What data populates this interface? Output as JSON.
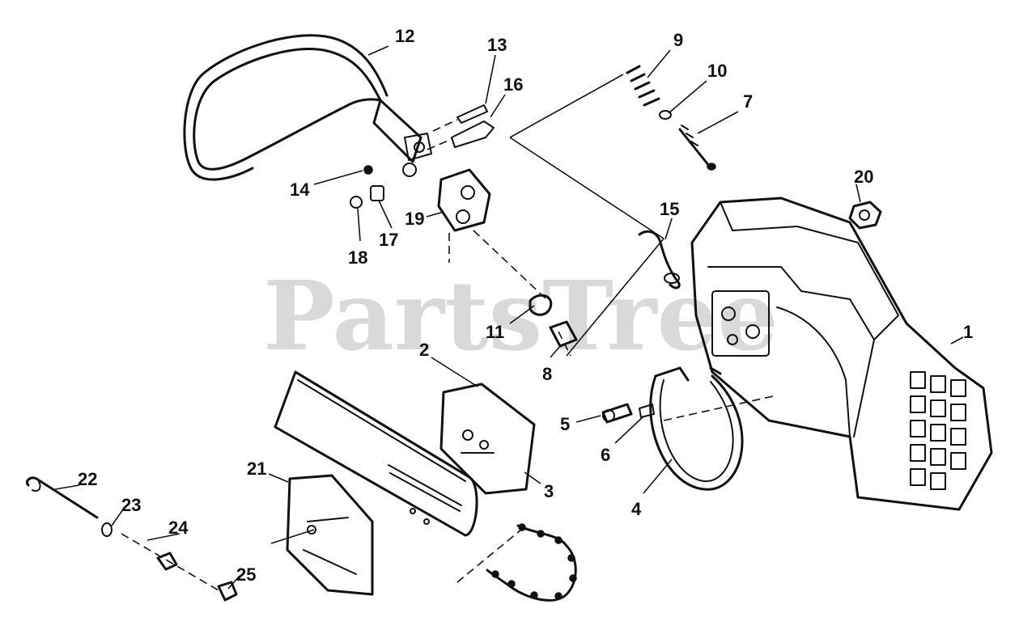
{
  "watermark": "PartsTree",
  "parts": [
    {
      "id": "label-1",
      "text": "1"
    },
    {
      "id": "label-2",
      "text": "2"
    },
    {
      "id": "label-3",
      "text": "3"
    },
    {
      "id": "label-4",
      "text": "4"
    },
    {
      "id": "label-5",
      "text": "5"
    },
    {
      "id": "label-6",
      "text": "6"
    },
    {
      "id": "label-7",
      "text": "7"
    },
    {
      "id": "label-8",
      "text": "8"
    },
    {
      "id": "label-9",
      "text": "9"
    },
    {
      "id": "label-10",
      "text": "10"
    },
    {
      "id": "label-11",
      "text": "11"
    },
    {
      "id": "label-12",
      "text": "12"
    },
    {
      "id": "label-13",
      "text": "13"
    },
    {
      "id": "label-14",
      "text": "14"
    },
    {
      "id": "label-15",
      "text": "15"
    },
    {
      "id": "label-16",
      "text": "16"
    },
    {
      "id": "label-17",
      "text": "17"
    },
    {
      "id": "label-18",
      "text": "18"
    },
    {
      "id": "label-19",
      "text": "19"
    },
    {
      "id": "label-20",
      "text": "20"
    },
    {
      "id": "label-21",
      "text": "21"
    },
    {
      "id": "label-22",
      "text": "22"
    },
    {
      "id": "label-23",
      "text": "23"
    },
    {
      "id": "label-24",
      "text": "24"
    },
    {
      "id": "label-25",
      "text": "25"
    }
  ]
}
